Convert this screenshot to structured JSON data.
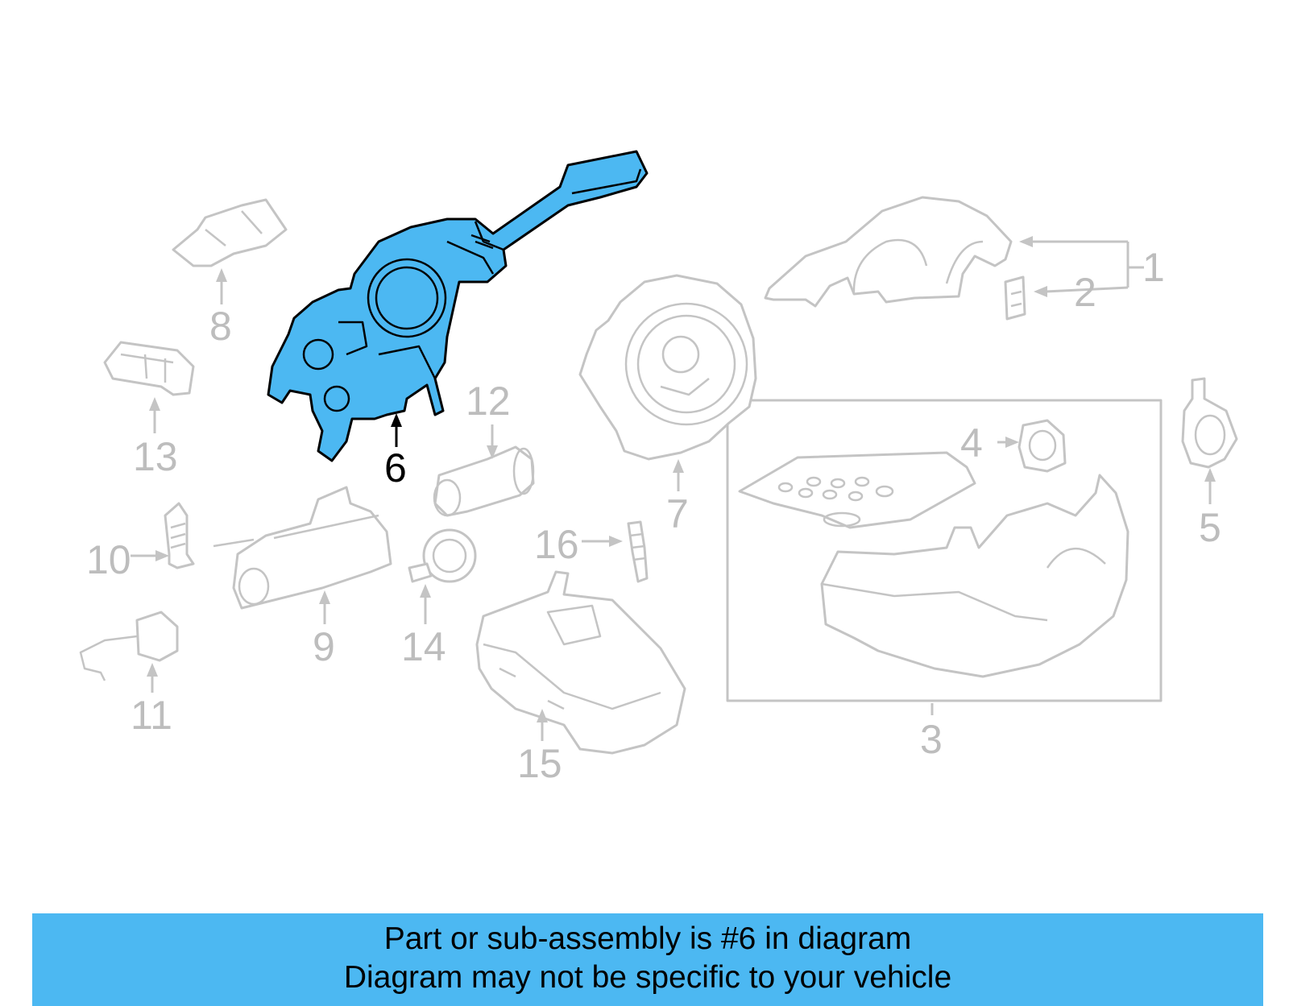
{
  "highlighted_part": "6",
  "callouts": {
    "c1": "1",
    "c2": "2",
    "c3": "3",
    "c4": "4",
    "c5": "5",
    "c6": "6",
    "c7": "7",
    "c8": "8",
    "c9": "9",
    "c10": "10",
    "c11": "11",
    "c12": "12",
    "c13": "13",
    "c14": "14",
    "c15": "15",
    "c16": "16"
  },
  "colors": {
    "highlight": "#4cb8f2",
    "outline": "#c4c4c4",
    "callout_text": "#bdbdbd"
  },
  "banner": {
    "line1": "Part or sub-assembly is #6 in diagram",
    "line2": "Diagram may not be specific to your vehicle"
  }
}
